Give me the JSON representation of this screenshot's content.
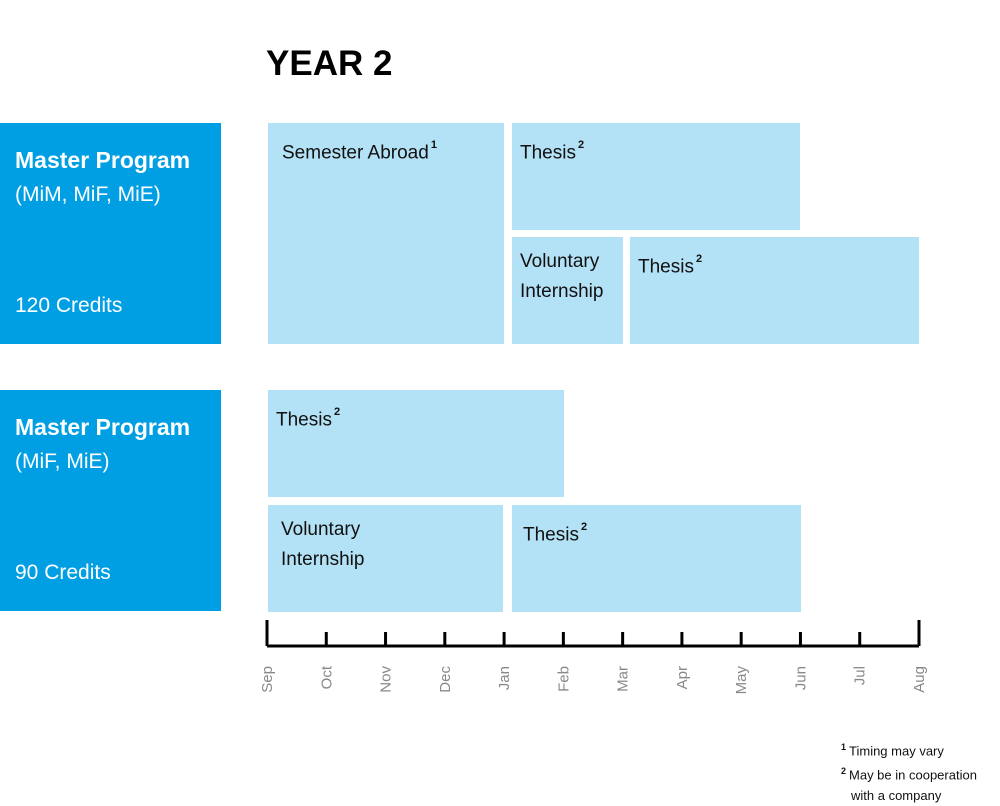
{
  "title": "YEAR 2",
  "programs": [
    {
      "name": "Master Program",
      "sub": "(MiM, MiF, MiE)",
      "credits": "120 Credits"
    },
    {
      "name": "Master Program",
      "sub": "(MiF, MiE)",
      "credits": "90 Credits"
    }
  ],
  "blocks": {
    "semester_abroad": {
      "text": "Semester Abroad",
      "note": "1"
    },
    "thesis_a": {
      "text": "Thesis",
      "note": "2"
    },
    "internship_a": {
      "line1": "Voluntary",
      "line2": "Internship"
    },
    "thesis_b": {
      "text": "Thesis",
      "note": "2"
    },
    "thesis_c": {
      "text": "Thesis",
      "note": "2"
    },
    "internship_b": {
      "line1": "Voluntary",
      "line2": "Internship"
    },
    "thesis_d": {
      "text": "Thesis",
      "note": "2"
    }
  },
  "months": [
    "Sep",
    "Oct",
    "Nov",
    "Dec",
    "Jan",
    "Feb",
    "Mar",
    "Apr",
    "May",
    "Jun",
    "Jul",
    "Aug"
  ],
  "footnotes": [
    {
      "mark": "1",
      "line1": "Timing may vary",
      "line2": ""
    },
    {
      "mark": "2",
      "line1": "May be in cooperation",
      "line2": "with a company"
    }
  ],
  "colors": {
    "program": "#009fe3",
    "block": "#b3e1f5",
    "axis": "#000000",
    "month_label": "#888888"
  }
}
